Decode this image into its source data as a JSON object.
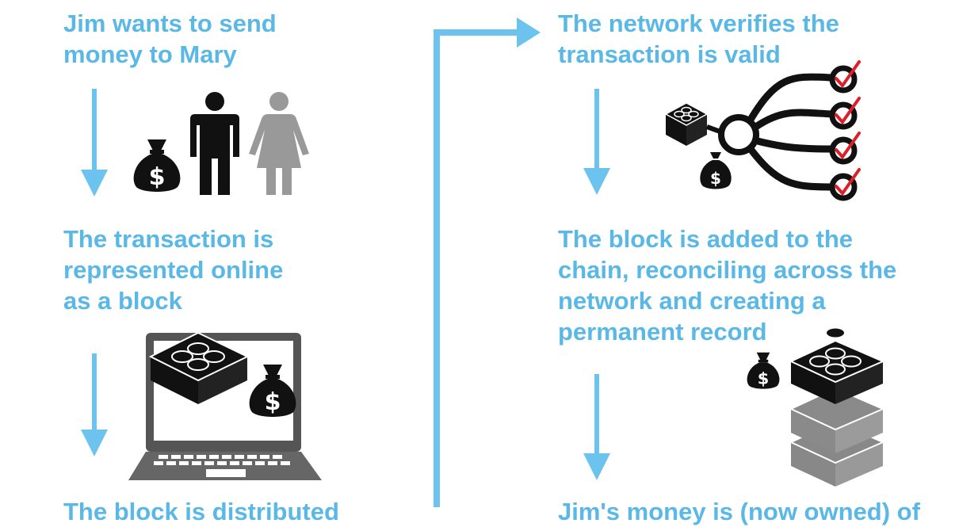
{
  "colors": {
    "text": "#5ab8e6",
    "arrow": "#6cc4ee",
    "icon": "#111111",
    "icon_light": "#999999",
    "check": "#dd1f2a"
  },
  "icons": [
    "arrow-down-icon",
    "money-bag-icon",
    "man-icon",
    "woman-icon",
    "lego-block-icon",
    "laptop-icon",
    "network-node-icon",
    "checkmark-icon",
    "block-stack-icon"
  ],
  "steps": {
    "step1": {
      "line1": "Jim wants to send",
      "line2": "money to Mary"
    },
    "step2": {
      "line1": "The transaction is",
      "line2": "represented online",
      "line3": "as a block"
    },
    "step3": {
      "line1": "The block is distributed",
      "line2": ""
    },
    "step4": {
      "line1": "The network verifies the",
      "line2": "transaction is valid"
    },
    "step5": {
      "line1": "The block is added to the",
      "line2": "chain, reconciling across the",
      "line3": "network and creating a",
      "line4": "permanent record"
    },
    "step6": {
      "line1": "Jim's money is (now owned) of",
      "line2": ""
    }
  }
}
